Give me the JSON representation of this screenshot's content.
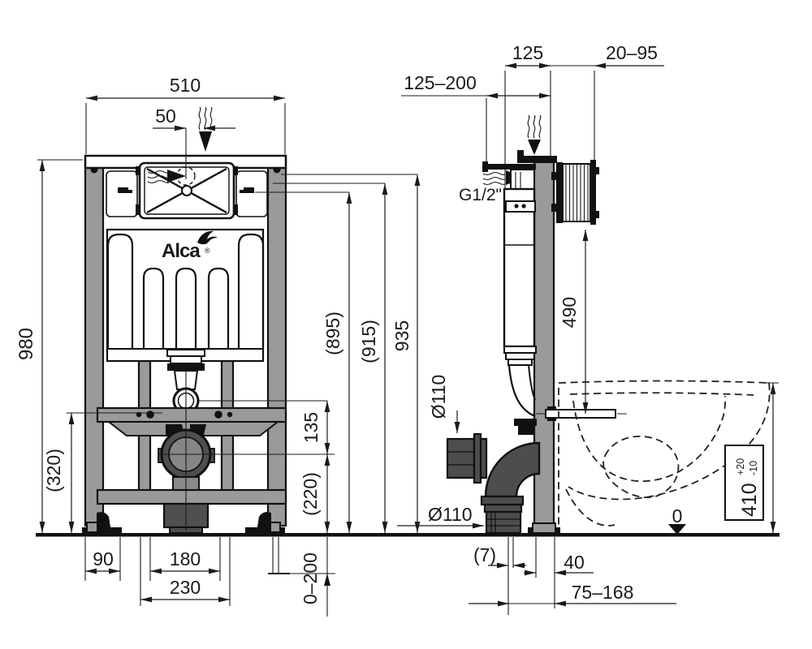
{
  "brand": {
    "name": "Alca",
    "registered": "®"
  },
  "front_view": {
    "dim_width": "510",
    "dim_flush_offset": "50",
    "dim_height": "980",
    "dim_bracket_height": "(320)",
    "dim_h895": "(895)",
    "dim_h915": "(915)",
    "dim_h935": "935",
    "dim_pipe_to_flange": "135",
    "dim_flange_height": "(220)",
    "dim_foot": "90",
    "dim_drain_inner": "180",
    "dim_drain_outer": "230",
    "dim_leg_adjust": "0–200"
  },
  "side_view": {
    "dim_depth_range": "125–200",
    "dim_depth": "125",
    "dim_rod_range": "20–95",
    "water_inlet": "G1/2\"",
    "dim_panel_height": "490",
    "dia_sleeve": "Ø110",
    "dia_outlet": "Ø110",
    "dim_offset": "(7)",
    "dim_wall": "40",
    "dim_drain_range": "75–168",
    "bowl_height": {
      "value": "410",
      "tol_plus": "+20",
      "tol_minus": "-10"
    },
    "floor_level": "0"
  }
}
